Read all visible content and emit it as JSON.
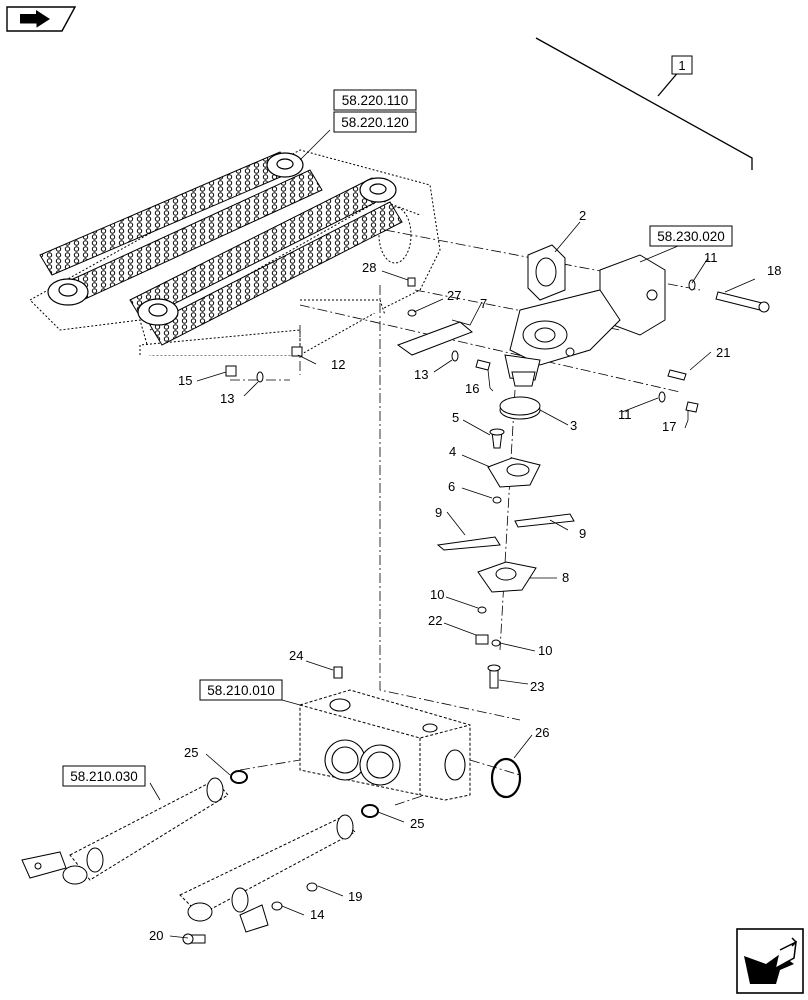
{
  "diagram": {
    "assembly_label": "1",
    "ref_boxes": [
      "58.220.110",
      "58.220.120",
      "58.230.020",
      "58.210.010",
      "58.210.030"
    ],
    "callouts": {
      "c2": "2",
      "c3": "3",
      "c4": "4",
      "c5": "5",
      "c6": "6",
      "c7": "7",
      "c8": "8",
      "c9a": "9",
      "c9b": "9",
      "c10a": "10",
      "c10b": "10",
      "c11a": "11",
      "c11b": "11",
      "c12": "12",
      "c13a": "13",
      "c13b": "13",
      "c14": "14",
      "c15": "15",
      "c16": "16",
      "c17": "17",
      "c18": "18",
      "c19": "19",
      "c20": "20",
      "c21": "21",
      "c22": "22",
      "c23": "23",
      "c24": "24",
      "c25a": "25",
      "c25b": "25",
      "c26": "26",
      "c27": "27",
      "c28": "28"
    }
  },
  "navigation": {
    "back_icon": "back-arrow-icon",
    "next_icon": "next-arrow-icon"
  }
}
